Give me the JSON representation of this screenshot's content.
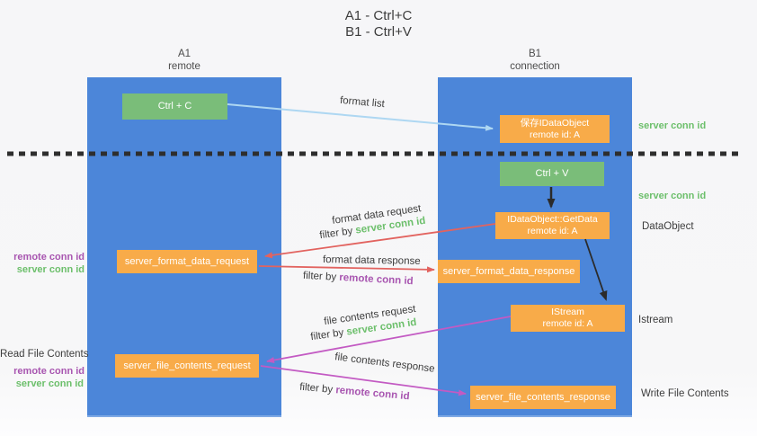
{
  "title": {
    "line1": "A1 - Ctrl+C",
    "line2": "B1 - Ctrl+V"
  },
  "columns": {
    "left": {
      "id": "A1",
      "subtitle": "remote"
    },
    "right": {
      "id": "B1",
      "subtitle": "connection"
    }
  },
  "nodes": {
    "ctrl_c": {
      "label": "Ctrl + C"
    },
    "save_dataobject": {
      "line1": "保存IDataObject",
      "line2": "remote id: A"
    },
    "ctrl_v": {
      "label": "Ctrl + V"
    },
    "getdata": {
      "line1": "IDataObject::GetData",
      "line2": "remote id: A"
    },
    "format_request": {
      "label": "server_format_data_request"
    },
    "format_response": {
      "label": "server_format_data_response"
    },
    "istream": {
      "line1": "IStream",
      "line2": "remote id: A"
    },
    "file_request": {
      "label": "server_file_contents_request"
    },
    "file_response": {
      "label": "server_file_contents_response"
    }
  },
  "labels": {
    "format_list": {
      "text": "format list"
    },
    "format_data_request": {
      "text": "format data request"
    },
    "format_data_request_filter": {
      "prefix": "filter by ",
      "key": "server conn id"
    },
    "format_data_response": {
      "text": "format data response"
    },
    "format_data_response_filter": {
      "prefix": "filter by ",
      "key": "remote conn id"
    },
    "file_contents_request": {
      "text": "file contents request"
    },
    "file_contents_request_filter": {
      "prefix": "filter by ",
      "key": "server conn id"
    },
    "file_contents_response": {
      "text": "file contents response"
    },
    "file_contents_response_filter": {
      "prefix": "filter by ",
      "key": "remote conn id"
    }
  },
  "side_labels": {
    "left": [
      {
        "text": "remote conn id",
        "color": "purple"
      },
      {
        "text": "server conn id",
        "color": "green"
      },
      {
        "text": "Read File Contents",
        "color": "dark"
      },
      {
        "text": "remote conn id",
        "color": "purple"
      },
      {
        "text": "server conn id",
        "color": "green"
      }
    ],
    "right": [
      {
        "text": "server conn id",
        "color": "green"
      },
      {
        "text": "server conn id",
        "color": "green"
      },
      {
        "text": "DataObject",
        "color": "dark"
      },
      {
        "text": "Istream",
        "color": "dark"
      },
      {
        "text": "Write File Contents",
        "color": "dark"
      }
    ]
  },
  "colors": {
    "column_blue": "#4c86d9",
    "box_green": "#7abd79",
    "box_orange": "#f8ab49",
    "arrow_light_blue": "#aed7f2",
    "arrow_red": "#e2635f",
    "arrow_magenta": "#c35ac3",
    "text_green": "#6cbf6b",
    "text_purple": "#a855b0",
    "text_dark": "#3d3d3d"
  }
}
